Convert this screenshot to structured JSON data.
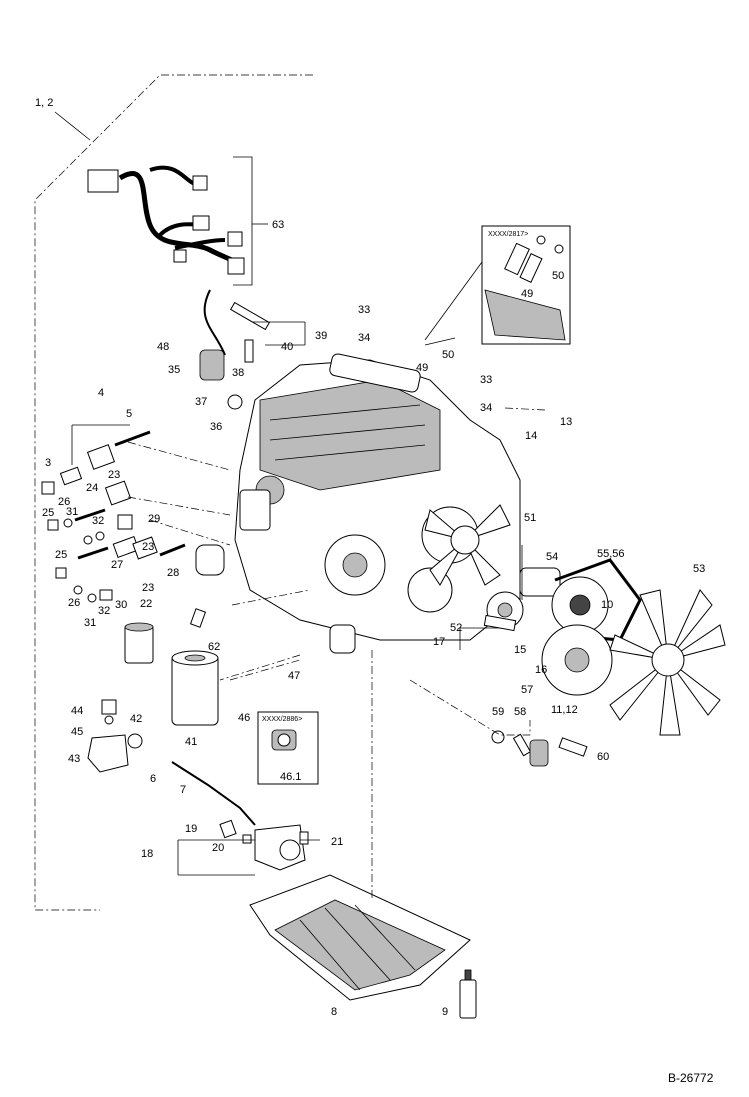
{
  "diagram": {
    "reference": "B-26772",
    "callouts": [
      {
        "id": "c-1-2",
        "text": "1, 2"
      },
      {
        "id": "c-63",
        "text": "63"
      },
      {
        "id": "c-39",
        "text": "39"
      },
      {
        "id": "c-40",
        "text": "40"
      },
      {
        "id": "c-48",
        "text": "48"
      },
      {
        "id": "c-35",
        "text": "35"
      },
      {
        "id": "c-38",
        "text": "38"
      },
      {
        "id": "c-37",
        "text": "37"
      },
      {
        "id": "c-36",
        "text": "36"
      },
      {
        "id": "c-33a",
        "text": "33"
      },
      {
        "id": "c-34a",
        "text": "34"
      },
      {
        "id": "c-49a",
        "text": "49"
      },
      {
        "id": "c-50a",
        "text": "50"
      },
      {
        "id": "c-49b",
        "text": "49"
      },
      {
        "id": "c-50b",
        "text": "50"
      },
      {
        "id": "c-33b",
        "text": "33"
      },
      {
        "id": "c-34b",
        "text": "34"
      },
      {
        "id": "c-13",
        "text": "13"
      },
      {
        "id": "c-14",
        "text": "14"
      },
      {
        "id": "c-4",
        "text": "4"
      },
      {
        "id": "c-5",
        "text": "5"
      },
      {
        "id": "c-3",
        "text": "3"
      },
      {
        "id": "c-24",
        "text": "24"
      },
      {
        "id": "c-23a",
        "text": "23"
      },
      {
        "id": "c-26a",
        "text": "26"
      },
      {
        "id": "c-25a",
        "text": "25"
      },
      {
        "id": "c-31a",
        "text": "31"
      },
      {
        "id": "c-32a",
        "text": "32"
      },
      {
        "id": "c-29",
        "text": "29"
      },
      {
        "id": "c-23b",
        "text": "23"
      },
      {
        "id": "c-25b",
        "text": "25"
      },
      {
        "id": "c-27",
        "text": "27"
      },
      {
        "id": "c-28",
        "text": "28"
      },
      {
        "id": "c-23c",
        "text": "23"
      },
      {
        "id": "c-26b",
        "text": "26"
      },
      {
        "id": "c-30",
        "text": "30"
      },
      {
        "id": "c-31b",
        "text": "31"
      },
      {
        "id": "c-32b",
        "text": "32"
      },
      {
        "id": "c-22",
        "text": "22"
      },
      {
        "id": "c-62",
        "text": "62"
      },
      {
        "id": "c-51",
        "text": "51"
      },
      {
        "id": "c-54",
        "text": "54"
      },
      {
        "id": "c-55-56",
        "text": "55,56"
      },
      {
        "id": "c-53",
        "text": "53"
      },
      {
        "id": "c-10",
        "text": "10"
      },
      {
        "id": "c-52",
        "text": "52"
      },
      {
        "id": "c-17",
        "text": "17"
      },
      {
        "id": "c-15",
        "text": "15"
      },
      {
        "id": "c-16",
        "text": "16"
      },
      {
        "id": "c-11-12",
        "text": "11,12"
      },
      {
        "id": "c-47",
        "text": "47"
      },
      {
        "id": "c-46",
        "text": "46"
      },
      {
        "id": "c-46-1",
        "text": "46.1"
      },
      {
        "id": "c-44",
        "text": "44"
      },
      {
        "id": "c-45",
        "text": "45"
      },
      {
        "id": "c-42",
        "text": "42"
      },
      {
        "id": "c-43",
        "text": "43"
      },
      {
        "id": "c-41",
        "text": "41"
      },
      {
        "id": "c-6",
        "text": "6"
      },
      {
        "id": "c-7",
        "text": "7"
      },
      {
        "id": "c-57",
        "text": "57"
      },
      {
        "id": "c-58",
        "text": "58"
      },
      {
        "id": "c-59",
        "text": "59"
      },
      {
        "id": "c-60",
        "text": "60"
      },
      {
        "id": "c-19",
        "text": "19"
      },
      {
        "id": "c-18",
        "text": "18"
      },
      {
        "id": "c-20",
        "text": "20"
      },
      {
        "id": "c-21",
        "text": "21"
      },
      {
        "id": "c-8",
        "text": "8"
      },
      {
        "id": "c-9",
        "text": "9"
      }
    ],
    "inset_captions": {
      "top_inset": "XXXX/2817>",
      "mid_inset": "XXXX/2886>"
    }
  }
}
